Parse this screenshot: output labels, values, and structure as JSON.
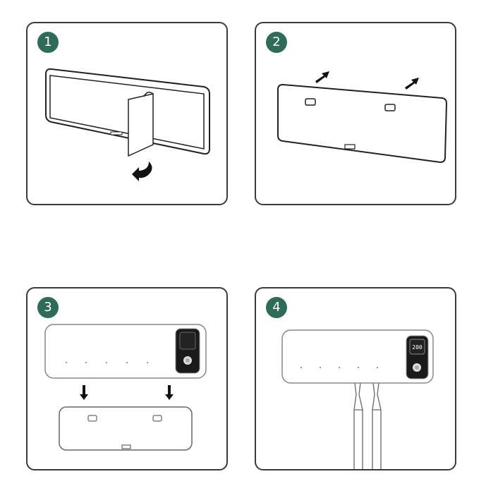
{
  "steps": [
    {
      "number": "1",
      "illustration": "peel-adhesive-film"
    },
    {
      "number": "2",
      "illustration": "mount-plate-on-wall"
    },
    {
      "number": "3",
      "illustration": "attach-device-to-plate"
    },
    {
      "number": "4",
      "illustration": "insert-toothbrushes",
      "display_value": "200"
    }
  ],
  "colors": {
    "badge": "#2f6b5a",
    "line": "#3a3a3a"
  }
}
